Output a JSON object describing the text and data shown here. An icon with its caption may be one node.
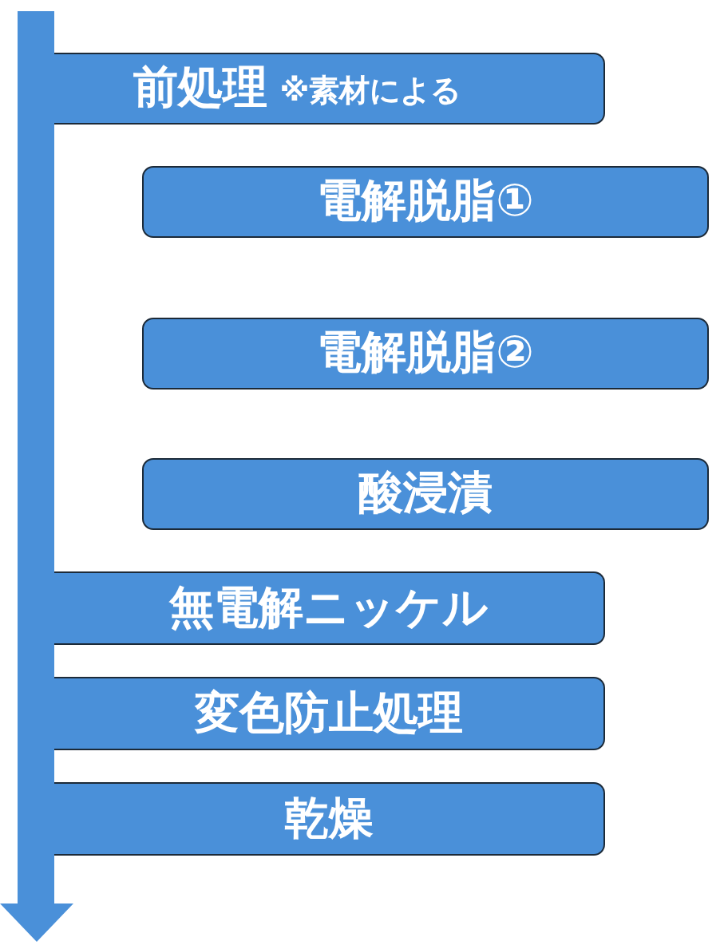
{
  "diagram": {
    "nodes": [
      {
        "text": [
          "前処理",
          "※素材による"
        ]
      },
      {
        "text": [
          "電解脱脂①"
        ]
      },
      {
        "text": [
          "電解脱脂②"
        ]
      },
      {
        "text": [
          "酸浸漬"
        ]
      },
      {
        "text": [
          "無電解ニッケル"
        ]
      },
      {
        "text": [
          "変色防止処理"
        ]
      },
      {
        "text": [
          "乾燥"
        ]
      }
    ]
  }
}
